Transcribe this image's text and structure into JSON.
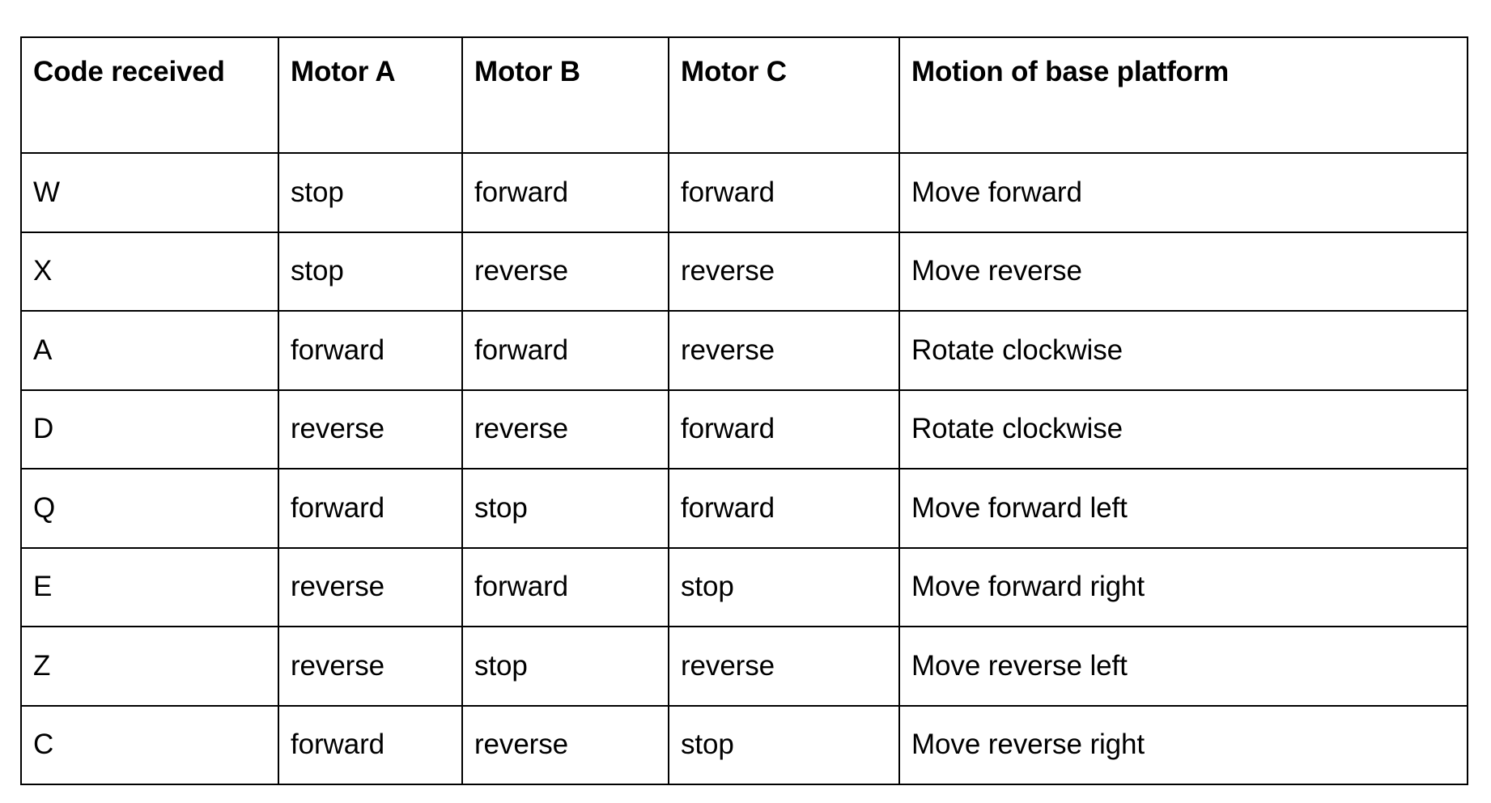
{
  "table": {
    "columns": [
      "Code received",
      "Motor A",
      "Motor B",
      "Motor C",
      "Motion of base platform"
    ],
    "rows": [
      {
        "code": "W",
        "motor_a": "stop",
        "motor_b": "forward",
        "motor_c": "forward",
        "motion": "Move forward"
      },
      {
        "code": "X",
        "motor_a": "stop",
        "motor_b": "reverse",
        "motor_c": "reverse",
        "motion": "Move reverse"
      },
      {
        "code": "A",
        "motor_a": "forward",
        "motor_b": "forward",
        "motor_c": "reverse",
        "motion": "Rotate clockwise"
      },
      {
        "code": "D",
        "motor_a": "reverse",
        "motor_b": "reverse",
        "motor_c": "forward",
        "motion": "Rotate clockwise"
      },
      {
        "code": "Q",
        "motor_a": "forward",
        "motor_b": "stop",
        "motor_c": "forward",
        "motion": "Move forward left"
      },
      {
        "code": "E",
        "motor_a": "reverse",
        "motor_b": "forward",
        "motor_c": "stop",
        "motion": "Move forward right"
      },
      {
        "code": "Z",
        "motor_a": "reverse",
        "motor_b": "stop",
        "motor_c": "reverse",
        "motion": "Move reverse left"
      },
      {
        "code": "C",
        "motor_a": "forward",
        "motor_b": "reverse",
        "motor_c": "stop",
        "motion": "Move reverse right"
      }
    ]
  },
  "colors": {
    "border": "#000000",
    "text": "#000000",
    "background": "#ffffff"
  }
}
